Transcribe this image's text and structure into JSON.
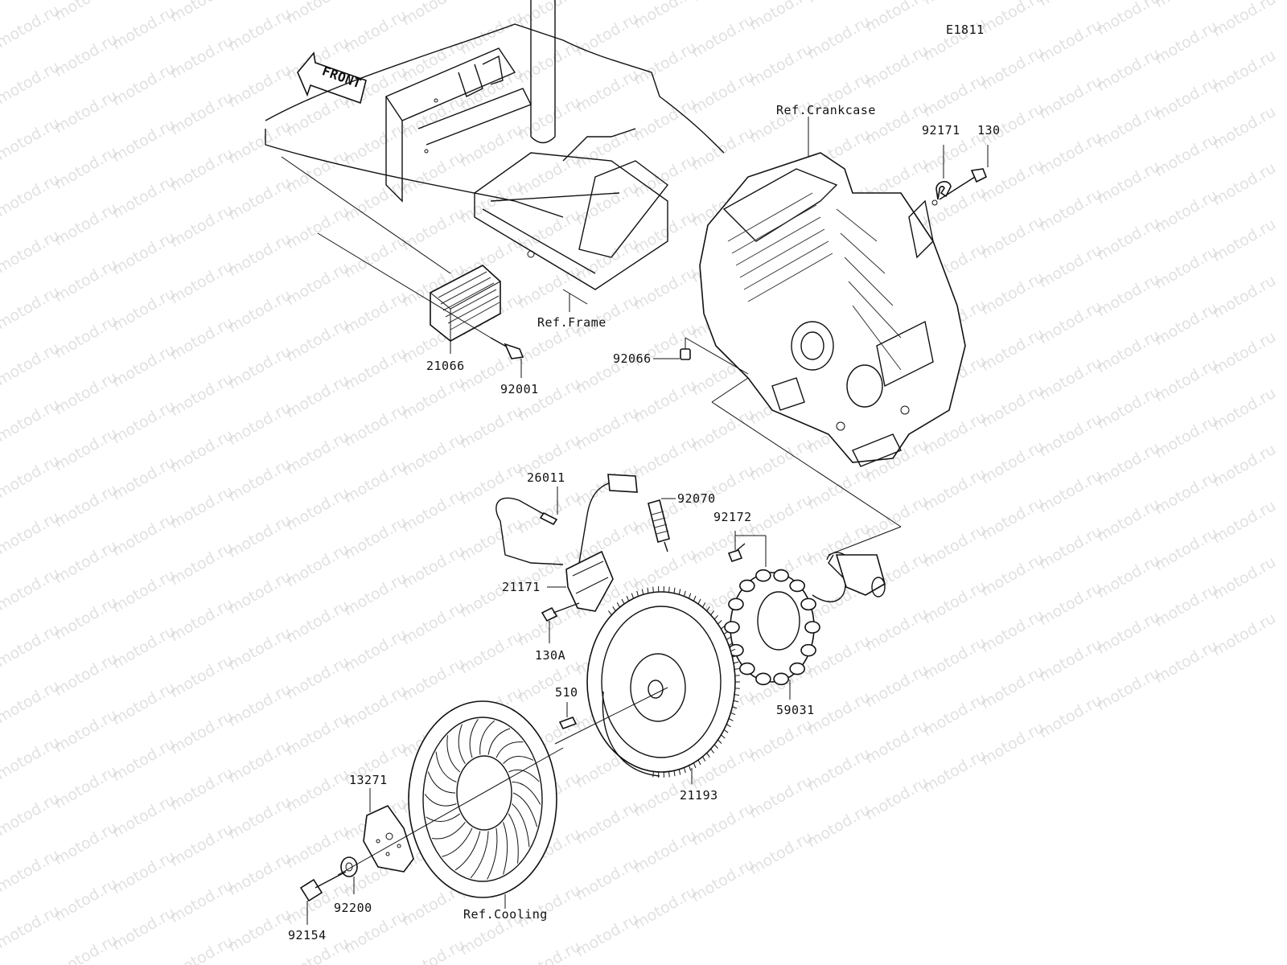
{
  "diagram_code": "E1811",
  "front_label": "FRONT",
  "watermark": "motod.ru",
  "references": {
    "crankcase": "Ref.Crankcase",
    "frame": "Ref.Frame",
    "cooling": "Ref.Cooling"
  },
  "parts": {
    "p92171": "92171",
    "p130": "130",
    "p21066": "21066",
    "p92001": "92001",
    "p92066": "92066",
    "p26011": "26011",
    "p92070": "92070",
    "p92172": "92172",
    "p21171": "21171",
    "p130A": "130A",
    "p510": "510",
    "p59031": "59031",
    "p13271": "13271",
    "p21193": "21193",
    "p92200": "92200",
    "p92154": "92154"
  }
}
